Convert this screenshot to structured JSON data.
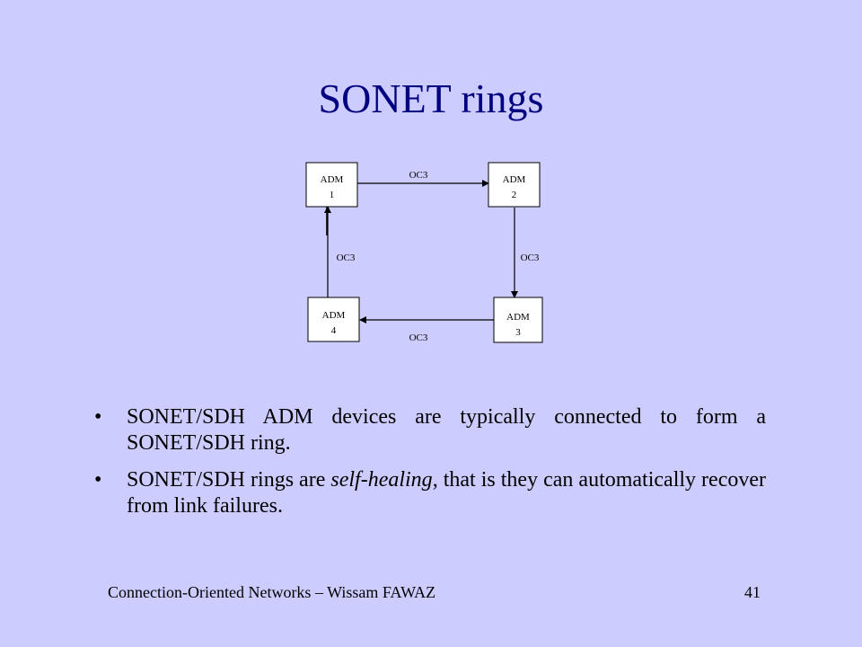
{
  "slide": {
    "title": "SONET rings"
  },
  "diagram": {
    "nodes": {
      "adm1": [
        "ADM",
        "1"
      ],
      "adm2": [
        "ADM",
        "2"
      ],
      "adm3": [
        "ADM",
        "3"
      ],
      "adm4": [
        "ADM",
        "4"
      ]
    },
    "links": {
      "top": "OC3",
      "right": "OC3",
      "bottom": "OC3",
      "left": "OC3"
    }
  },
  "bullets": [
    {
      "text": "SONET/SDH ADM devices are typically connected to form a SONET/SDH ring.",
      "parts": [
        "SONET/SDH ADM devices are typically connected to form a SONET/SDH ring."
      ]
    },
    {
      "pre": "SONET/SDH rings are ",
      "em": "self-healing",
      "post": ", that is they can automatically recover from link failures."
    }
  ],
  "footer": {
    "left": "Connection-Oriented Networks – Wissam FAWAZ",
    "page_number": "41"
  }
}
